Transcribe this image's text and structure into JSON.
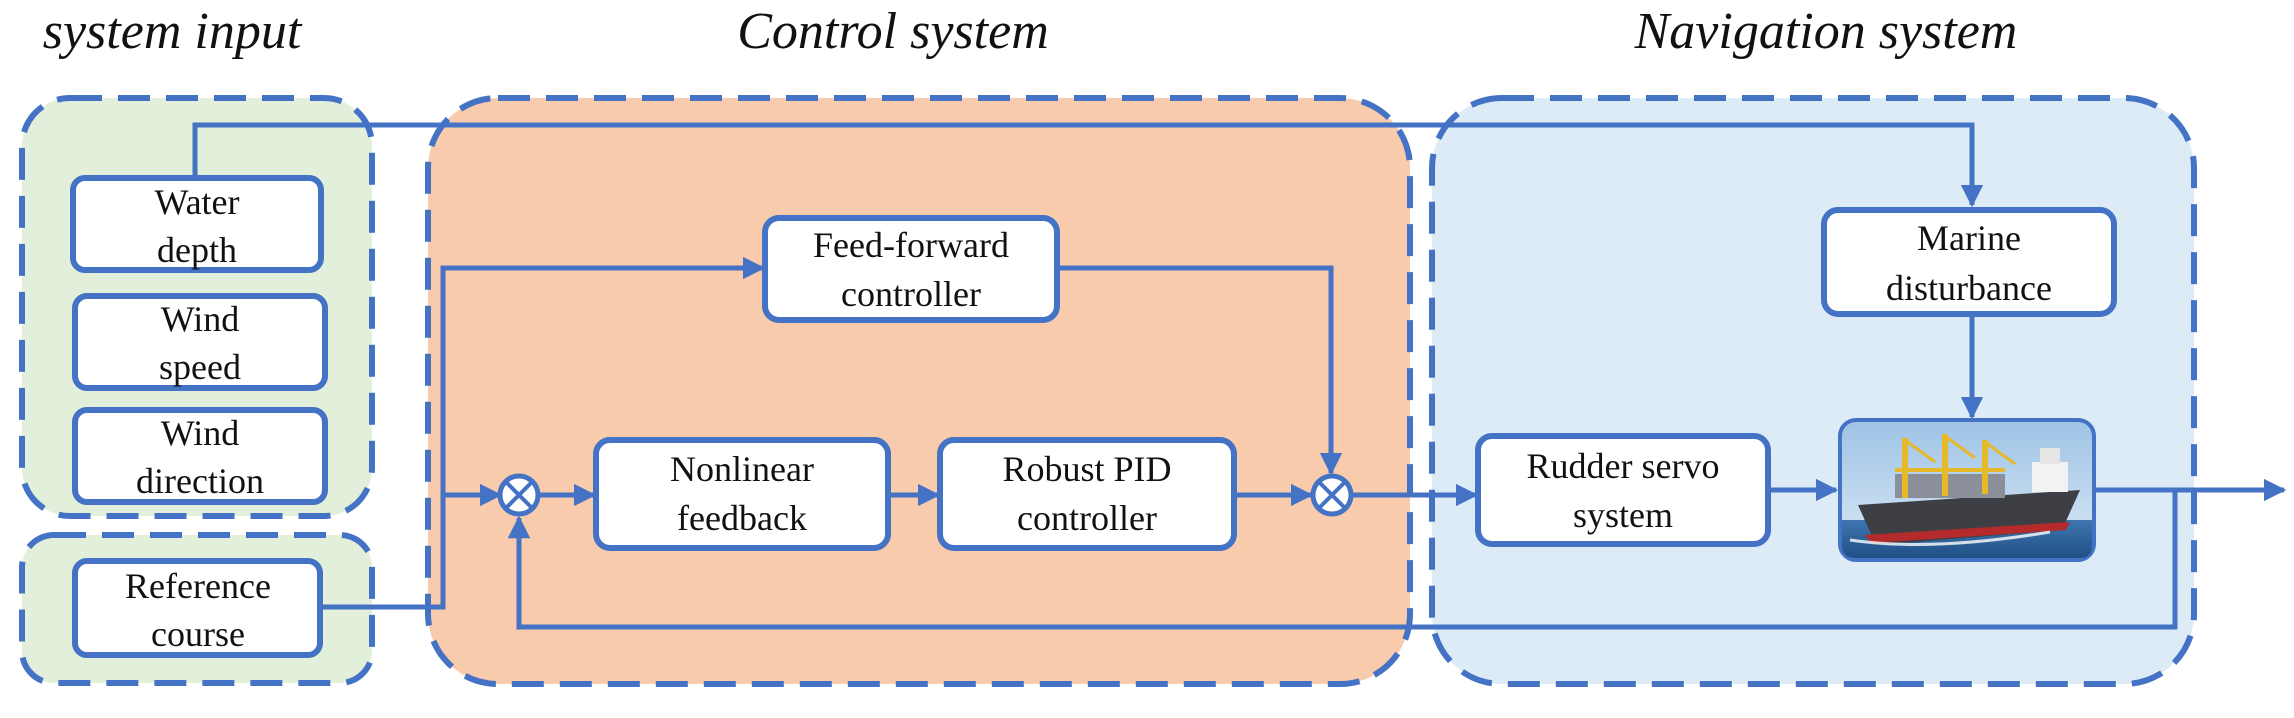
{
  "colors": {
    "accent": "#4472C4",
    "input_region": "#E2EFDA",
    "control_region": "#F8CBAD",
    "navigation_region": "#DDEBF7"
  },
  "regions": {
    "input": {
      "title": "system input"
    },
    "control": {
      "title": "Control system"
    },
    "navigation": {
      "title": "Navigation system"
    }
  },
  "blocks": {
    "water_depth": [
      "Water",
      "depth"
    ],
    "wind_speed": [
      "Wind",
      "speed"
    ],
    "wind_direction": [
      "Wind",
      "direction"
    ],
    "reference_course": [
      "Reference",
      "course"
    ],
    "feed_forward": [
      "Feed-forward",
      "controller"
    ],
    "nonlinear_feedback": [
      "Nonlinear",
      "feedback"
    ],
    "robust_pid": [
      "Robust PID",
      "controller"
    ],
    "marine_disturbance": [
      "Marine",
      "disturbance"
    ],
    "rudder_servo": [
      "Rudder servo",
      "system"
    ]
  },
  "ship_image": {
    "icon": "cargo-ship-photo"
  },
  "summing_junctions": {
    "icon": "circle-x-icon"
  }
}
